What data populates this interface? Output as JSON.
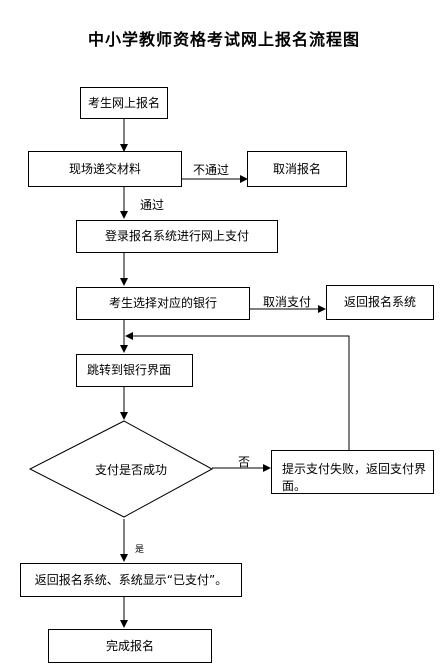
{
  "title": "中小学教师资格考试网上报名流程图",
  "nodes": {
    "online_signup": "考生网上报名",
    "onsite_materials": "现场递交材料",
    "cancel_signup": "取消报名",
    "login_pay": "登录报名系统进行网上支付",
    "choose_bank": "考生选择对应的银行",
    "back_system": "返回报名系统",
    "jump_bank": "跳转到银行界面",
    "payment_success": "支付是否成功",
    "pay_fail": "提示支付失败，返回支付界面。",
    "return_paid": "返回报名系统、系统显示“已支付”。",
    "complete": "完成报名"
  },
  "edge_labels": {
    "not_passed": "不通过",
    "passed": "通过",
    "cancel_pay": "取消支付",
    "no": "否",
    "yes": "是"
  }
}
